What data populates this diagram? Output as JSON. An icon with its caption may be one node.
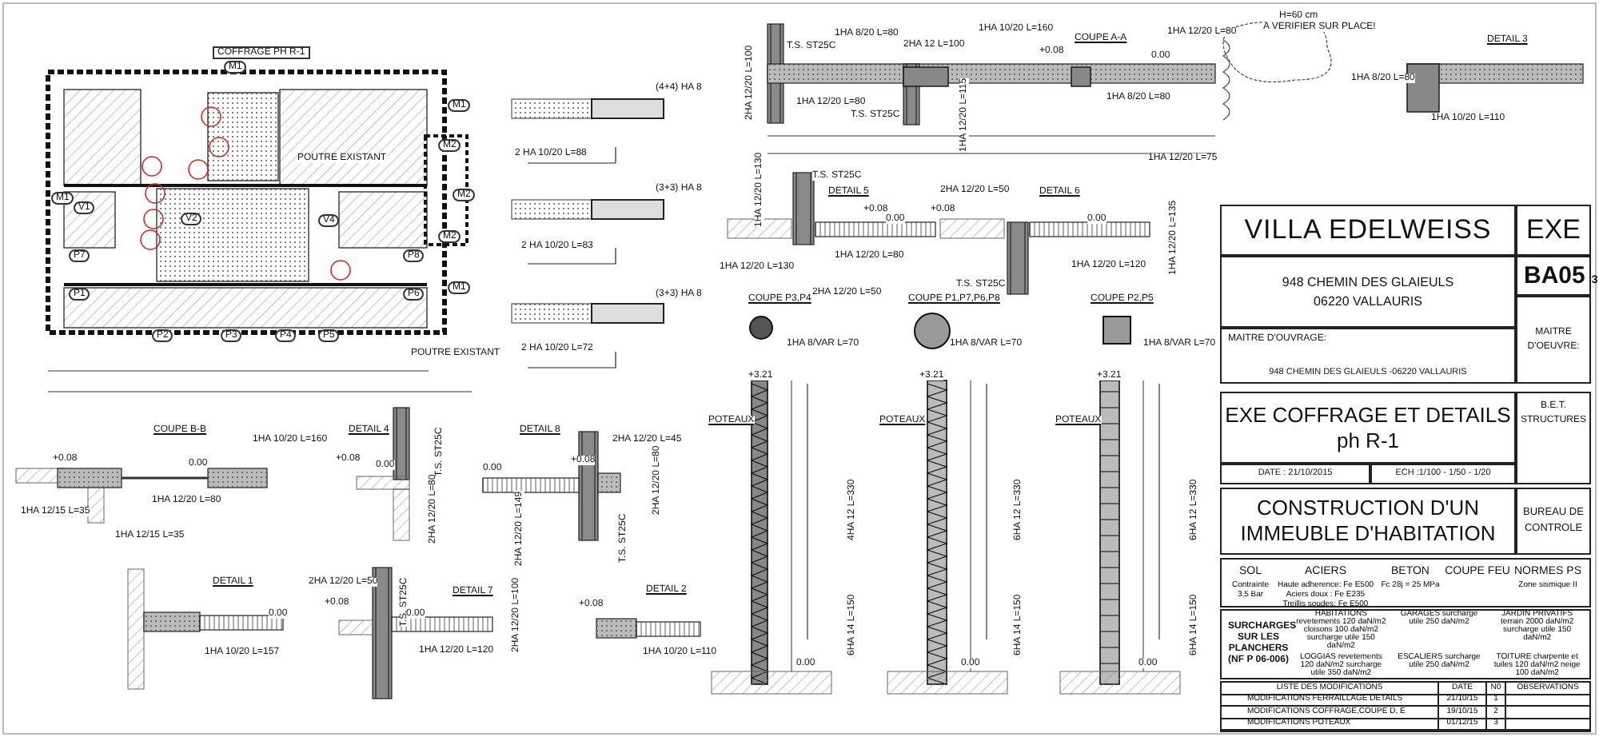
{
  "diagram": {
    "nodes": [
      {
        "text": [
          "VILLA EDELWEISS"
        ]
      },
      {
        "text": [
          "EXE"
        ]
      },
      {
        "text": [
          "948 CHEMIN DES GLAIEULS 06220 VALLAURIS"
        ]
      },
      {
        "text": [
          "BA05",
          "3"
        ]
      },
      {
        "text": [
          "MAITRE D'OEUVRE:"
        ]
      },
      {
        "text": [
          "MAITRE D'OUVRAGE:",
          "948 CHEMIN DES GLAIEULS -06220 VALLAURIS"
        ]
      },
      {
        "text": [
          "EXE COFFRAGE ET DETAILS ph R-1"
        ]
      },
      {
        "text": [
          "B.E.T. STRUCTURES"
        ]
      },
      {
        "text": [
          "DATE : 21/10/2015"
        ]
      },
      {
        "text": [
          "ECH :1/100 - 1/50 - 1/20"
        ]
      },
      {
        "text": [
          "CONSTRUCTION D'UN IMMEUBLE D'HABITATION"
        ]
      },
      {
        "text": [
          "BUREAU DE CONTROLE"
        ]
      },
      {
        "text": [
          "SOL",
          "Contrainte 3,5 Bar",
          "ACIERS",
          "Haute adherence: Fe E500 Aciers doux : Fe E235 Treillis soudes: Fe E500",
          "BETON",
          "Fc 28j = 25 MPa",
          "COUPE FEU",
          "NORMES PS",
          "Zone sismique II"
        ]
      },
      {
        "text": [
          "SURCHARGES SUR LES PLANCHERS (NF P 06-006)",
          "HABITATIONS revetements 120 daN/m2 cloisons 100 daN/m2 surcharge utile 150 daN/m2",
          "GARAGES surcharge utile 250 daN/m2",
          "JARDIN PRIVATIFS terrain 2000 daN/m2 surcharge utile 150 daN/m2",
          "LOGGIAS revetements 120 daN/m2 surcharge utile 350 daN/m2",
          "ESCALIERS surcharge utile 250 daN/m2",
          "TOITURE charpente et tuiles 120 daN/m2 neige 100 daN/m2"
        ]
      },
      {
        "text": [
          "LISTE DES MODIFICATIONS",
          "DATE",
          "N0",
          "OBSERVATIONS",
          "MODIFICATIONS FERRAILLAGE DETAILS",
          "21/10/15",
          "1",
          "MODIFICATIONS COFFRAGE,COUPE D, E",
          "19/10/15",
          "2",
          "MODIFICATIONS POTEAUX",
          "01/12/15",
          "3"
        ]
      }
    ],
    "edges": [],
    "labels": [
      "COFFRAGE PH R-1",
      "M1",
      "M1",
      "M2",
      "M2",
      "M2",
      "M1",
      "M1",
      "V1",
      "V2",
      "V4",
      "P7",
      "P8",
      "P1",
      "P6",
      "P2",
      "P3",
      "P4",
      "P5",
      "POUTRE EXISTANT",
      "POUTRE EXISTANT",
      "(4+4) HA 8",
      "2 HA 10/20 L=88",
      "(3+3) HA 8",
      "2 HA 10/20 L=83",
      "(3+3) HA 8",
      "2 HA 10/20 L=72",
      "2HA 12/20 L=100",
      "T.S. ST25C",
      "1HA 8/20 L=80",
      "2HA 12 L=100",
      "1HA 10/20 L=160",
      "COUPE A-A",
      "+0.08",
      "0.00",
      "1HA 12/20 L=80",
      "H=60 cm",
      "A VERIFIER SUR PLACE!",
      "1HA 8/20 L=80",
      "DETAIL 3",
      "1HA 12/20 L=80",
      "T.S. ST25C",
      "1HA 12/20 L=115",
      "1HA 8/20 L=80",
      "1HA 10/20 L=110",
      "1HA 12/20 L=75",
      "1HA 12/20 L=130",
      "T.S. ST25C",
      "DETAIL 5",
      "+0.08",
      "0.00",
      "+0.08",
      "2HA 12/20 L=50",
      "DETAIL 6",
      "0.00",
      "1HA 12/20 L=80",
      "1HA 12/20 L=130",
      "1HA 12/20 L=120",
      "1HA 12/20 L=135",
      "COUPE P3,P4",
      "2HA 12/20 L=50",
      "T.S. ST25C",
      "COUPE P1,P7,P6,P8",
      "COUPE P2,P5",
      "1HA 8/VAR L=70",
      "1HA 8/VAR L=70",
      "1HA 8/VAR L=70",
      "+3.21",
      "+3.21",
      "+3.21",
      "POTEAUX",
      "POTEAUX",
      "POTEAUX",
      "4HA 12 L=330",
      "6HA 12 L=330",
      "6HA 12 L=330",
      "6HA 14 L=150",
      "6HA 14 L=150",
      "6HA 14 L=150",
      "0.00",
      "0.00",
      "0.00",
      "COUPE B-B",
      "1HA 10/20 L=160",
      "+0.08",
      "0.00",
      "1HA 12/15 L=35",
      "1HA 12/20 L=80",
      "1HA 12/15 L=35",
      "DETAIL 4",
      "+0.08",
      "0.00",
      "2HA 12/20 L=80",
      "T.S. ST25C",
      "DETAIL 8",
      "2HA 12/20 L=45",
      "0.00",
      "+0.08",
      "2HA 12/20 L=149",
      "2HA 12/20 L=80",
      "T.S. ST25C",
      "DETAIL 1",
      "0.00",
      "1HA 10/20 L=157",
      "2HA 12/20 L=50",
      "+0.08",
      "T.S. ST25C",
      "DETAIL 7",
      "0.00",
      "1HA 12/20 L=120",
      "2HA 12/20 L=100",
      "DETAIL 2",
      "+0.08",
      "1HA 10/20 L=110"
    ]
  }
}
